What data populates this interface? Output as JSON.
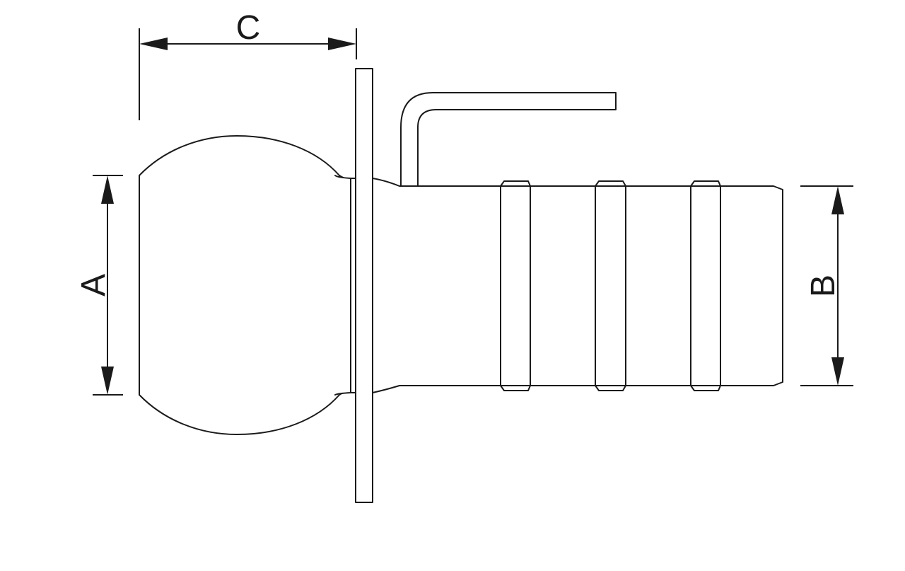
{
  "dimensions": {
    "a": {
      "label": "A"
    },
    "b": {
      "label": "B"
    },
    "c": {
      "label": "C"
    }
  },
  "colors": {
    "stroke": "#1a1a1a",
    "background": "#ffffff"
  }
}
